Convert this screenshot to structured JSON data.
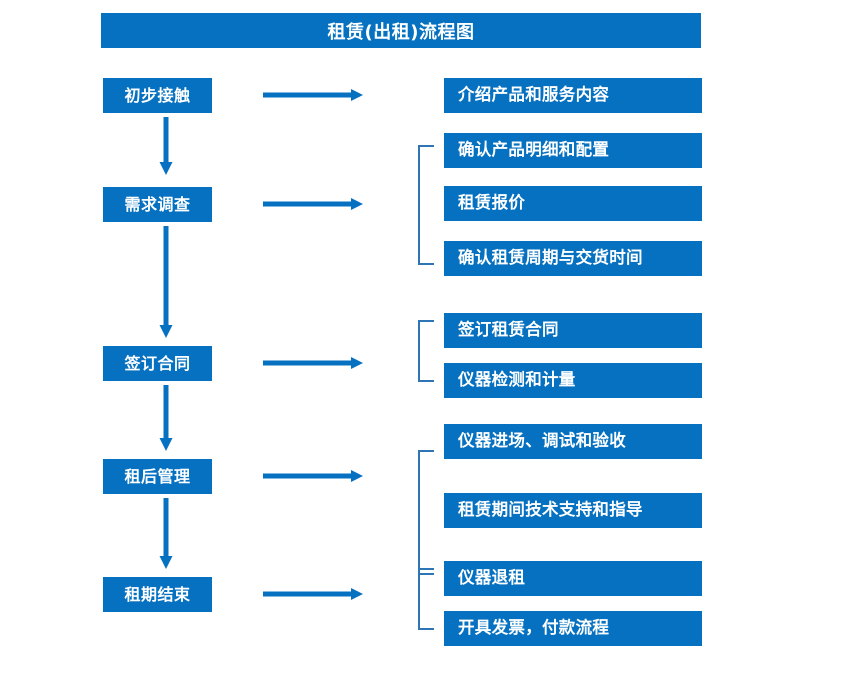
{
  "diagram": {
    "title": "租赁(出租)流程图",
    "accent_color": "#0571C0",
    "bracket_color": "#2E75B6",
    "text_color": "#FFFFFF",
    "background_color": "#FFFFFF"
  },
  "stages": [
    {
      "label": "初步接触"
    },
    {
      "label": "需求调查"
    },
    {
      "label": "签订合同"
    },
    {
      "label": "租后管理"
    },
    {
      "label": "租期结束"
    }
  ],
  "tasks": [
    {
      "label": "介绍产品和服务内容"
    },
    {
      "label": "确认产品明细和配置"
    },
    {
      "label": "租赁报价"
    },
    {
      "label": "确认租赁周期与交货时间"
    },
    {
      "label": "签订租赁合同"
    },
    {
      "label": "仪器检测和计量"
    },
    {
      "label": "仪器进场、调试和验收"
    },
    {
      "label": "租赁期间技术支持和指导"
    },
    {
      "label": "仪器退租"
    },
    {
      "label": "开具发票，付款流程"
    }
  ],
  "connectors": {
    "right_arrow_count": 5,
    "down_arrow_count": 4,
    "bracket_count": 4
  }
}
